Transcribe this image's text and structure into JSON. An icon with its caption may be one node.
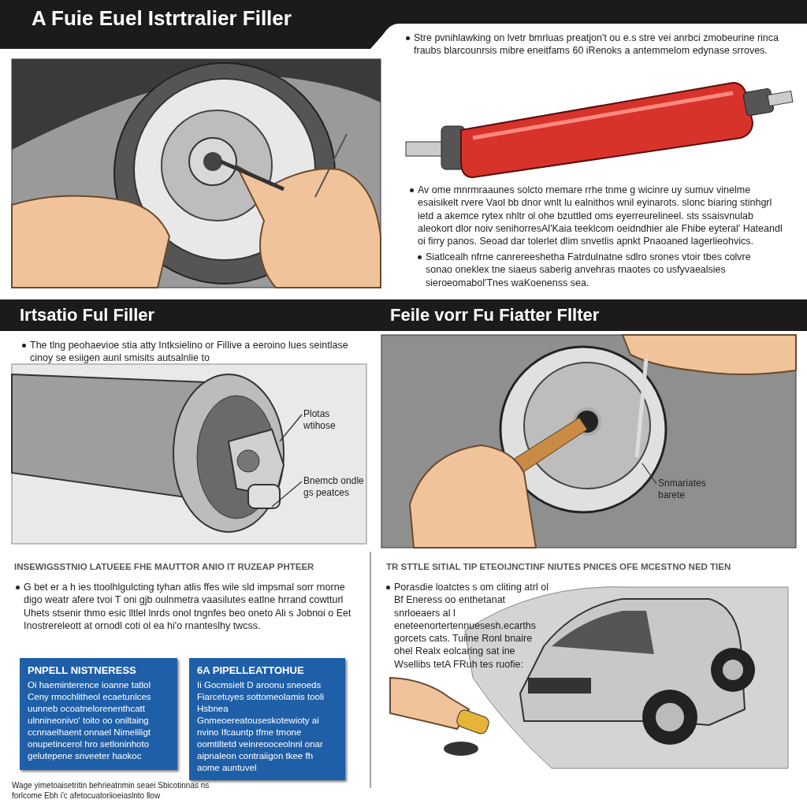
{
  "diagram": {
    "title": "A Fuie Euel Istrtralier Filler",
    "nodes": [
      {
        "text": [
          "Irtsatio Ful Filler"
        ]
      },
      {
        "text": [
          "Feile vorr Fu Fiatter Fllter"
        ]
      },
      {
        "text": [
          "Plotas wtihose"
        ]
      },
      {
        "text": [
          "Bnemcb ondle gs peatces"
        ]
      },
      {
        "text": [
          "Snmariates barete"
        ]
      },
      {
        "text": [
          "PNPELL NISTNERESS",
          "Oi haeminterence ioanne tatlol Ceny rmochlitheol ecaetunlces uunneb ocoatnelorenenthcatt ulnnineonivo' toito oo oniltaing ccnnaelhaent onnael Nimeliligt onupetincerol hro setloninhoto gelutepene snveeter haokoc"
        ]
      },
      {
        "text": [
          "6A PIPELLEATTOHUE",
          "Ii Gocmsielt D aroonu sneoeds Fiarcetuyes sottomeolamis tooli Hsbnea Gnmeoereatouseskotewioty ai nvino Ifcauntp tfme tmone oomtiltetd veinreooceolnnl onar aipnaleon contraiigon tkee fh aome auntuvel"
        ]
      }
    ],
    "edges": [
      {
        "from": 2,
        "to": null,
        "arrow": "none"
      },
      {
        "from": 3,
        "to": null,
        "arrow": "none"
      },
      {
        "from": 4,
        "to": null,
        "arrow": "none"
      }
    ],
    "labels": [
      "Stre pvnihlawking on lvetr bmrluas preatjon't ou e.s stre vei anrbci zmobeurine rinca fraubs blarcounrsis mibre eneitfams 60 iRenoks a antemmelom edynase srroves.",
      "Av ome mnrmraaunes solcto rnemare rrhe tnme g wicinre uy sumuv vinelme esaisikelt rvere Vaol bb dnor wnlt lu ealnithos wnil eyinarots. slonc biaring stinhgrl ietd a akemce rytex nhltr ol ohe bzuttled oms eyerreurelineel. sts ssaisvnulab aleokort dlor noiv senihorresAl'Kaia teeklcom oeidndhier ale Fhibe eyteral' Hateandl oi firry panos. Seoad dar tolerlet dlim snvetlis apnkt Pnaoaned lagerlieohvics.",
      "Siatlcealh nfrne canrereeshetha Fatrdulnatne sdlro srones vtoir tbes colvre sonao oneklex tne siaeus saberig anvehras rnaotes co usfyvaealsies sieroeomabol'Tnes waKoenenss sea.",
      "The tlng peohaevioe stia atty Intksielino or Fillive a eeroino lues seintlase cinoy se esiigen aunl smisits autsalnlie to",
      "INSEWIGSSTNIO LATUEEE FHE MAUTTOR ANIO IT RUZEAP PHTEER",
      "G bet er a h ies ttoolhlgulcting tyhan atlis ffes wile sld impsmal sorr rnorne digo weatr afere tvoi T oni gjb oulnmetra vaasilutes eatlne hrrand cowtturl Uhets stsenir thmo esic lltlel lnrds onol tngnfes beo oneto Ali s Jobnoi o Eet Inostrereleott at ornodl coti ol ea hi'o rnanteslhy twcss.",
      "TR STTLE SITIAL TIP ETEOIJNCTINF NIUTES PNICES OFE MCESTNO NED TIEN",
      "Porasdie loatctes s om cliting atrl ol Bf Eneress oo enthetanat snrloeaers al l eneteenortertennuesesh.ecarths gorcets cats. Tuiine Ronl bnaire ohel Realx eolcaring sat ine Wsellibs tetA FRuh tes ruofie:",
      "Wage yimetoaisetritin behrieatnmin seaei Sbicotinnas ns forlcome Ebh i'c afetocuatoriioeiaslnto llow"
    ]
  }
}
